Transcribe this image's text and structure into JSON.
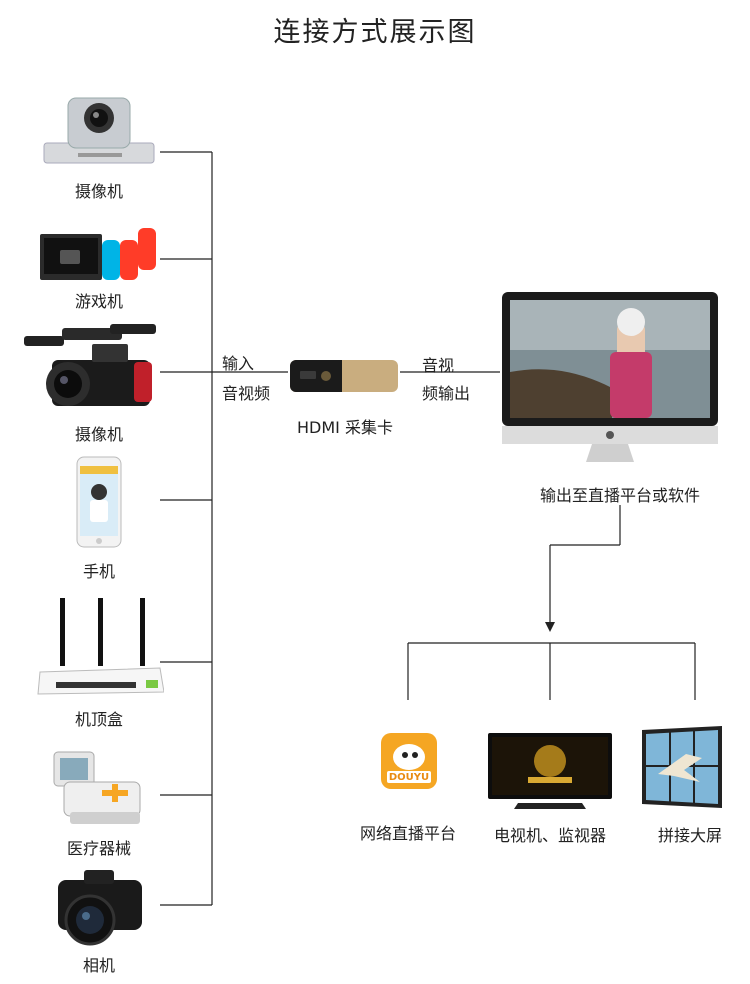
{
  "title": "连接方式展示图",
  "devices": [
    {
      "label": "摄像机",
      "icon": "ptz-camera-icon"
    },
    {
      "label": "游戏机",
      "icon": "game-console-icon"
    },
    {
      "label": "摄像机",
      "icon": "camcorder-icon"
    },
    {
      "label": "手机",
      "icon": "phone-icon"
    },
    {
      "label": "机顶盒",
      "icon": "router-icon"
    },
    {
      "label": "医疗器械",
      "icon": "medical-device-icon"
    },
    {
      "label": "相机",
      "icon": "dslr-camera-icon"
    }
  ],
  "input_label": [
    "输入",
    "音视频"
  ],
  "capture_card": {
    "label": "HDMI 采集卡",
    "icon": "capture-card-icon"
  },
  "output_label": [
    "音视",
    "频输出"
  ],
  "monitor": {
    "label": "输出至直播平台或软件",
    "icon": "imac-monitor-icon"
  },
  "outputs": [
    {
      "label": "网络直播平台",
      "icon": "douyu-logo-icon",
      "logo_text": "DOUYU"
    },
    {
      "label": "电视机、监视器",
      "icon": "tv-icon"
    },
    {
      "label": "拼接大屏",
      "icon": "video-wall-icon"
    }
  ],
  "colors": {
    "line": "#222222",
    "card": "#c9ad7f",
    "douyu": "#f5a623"
  }
}
